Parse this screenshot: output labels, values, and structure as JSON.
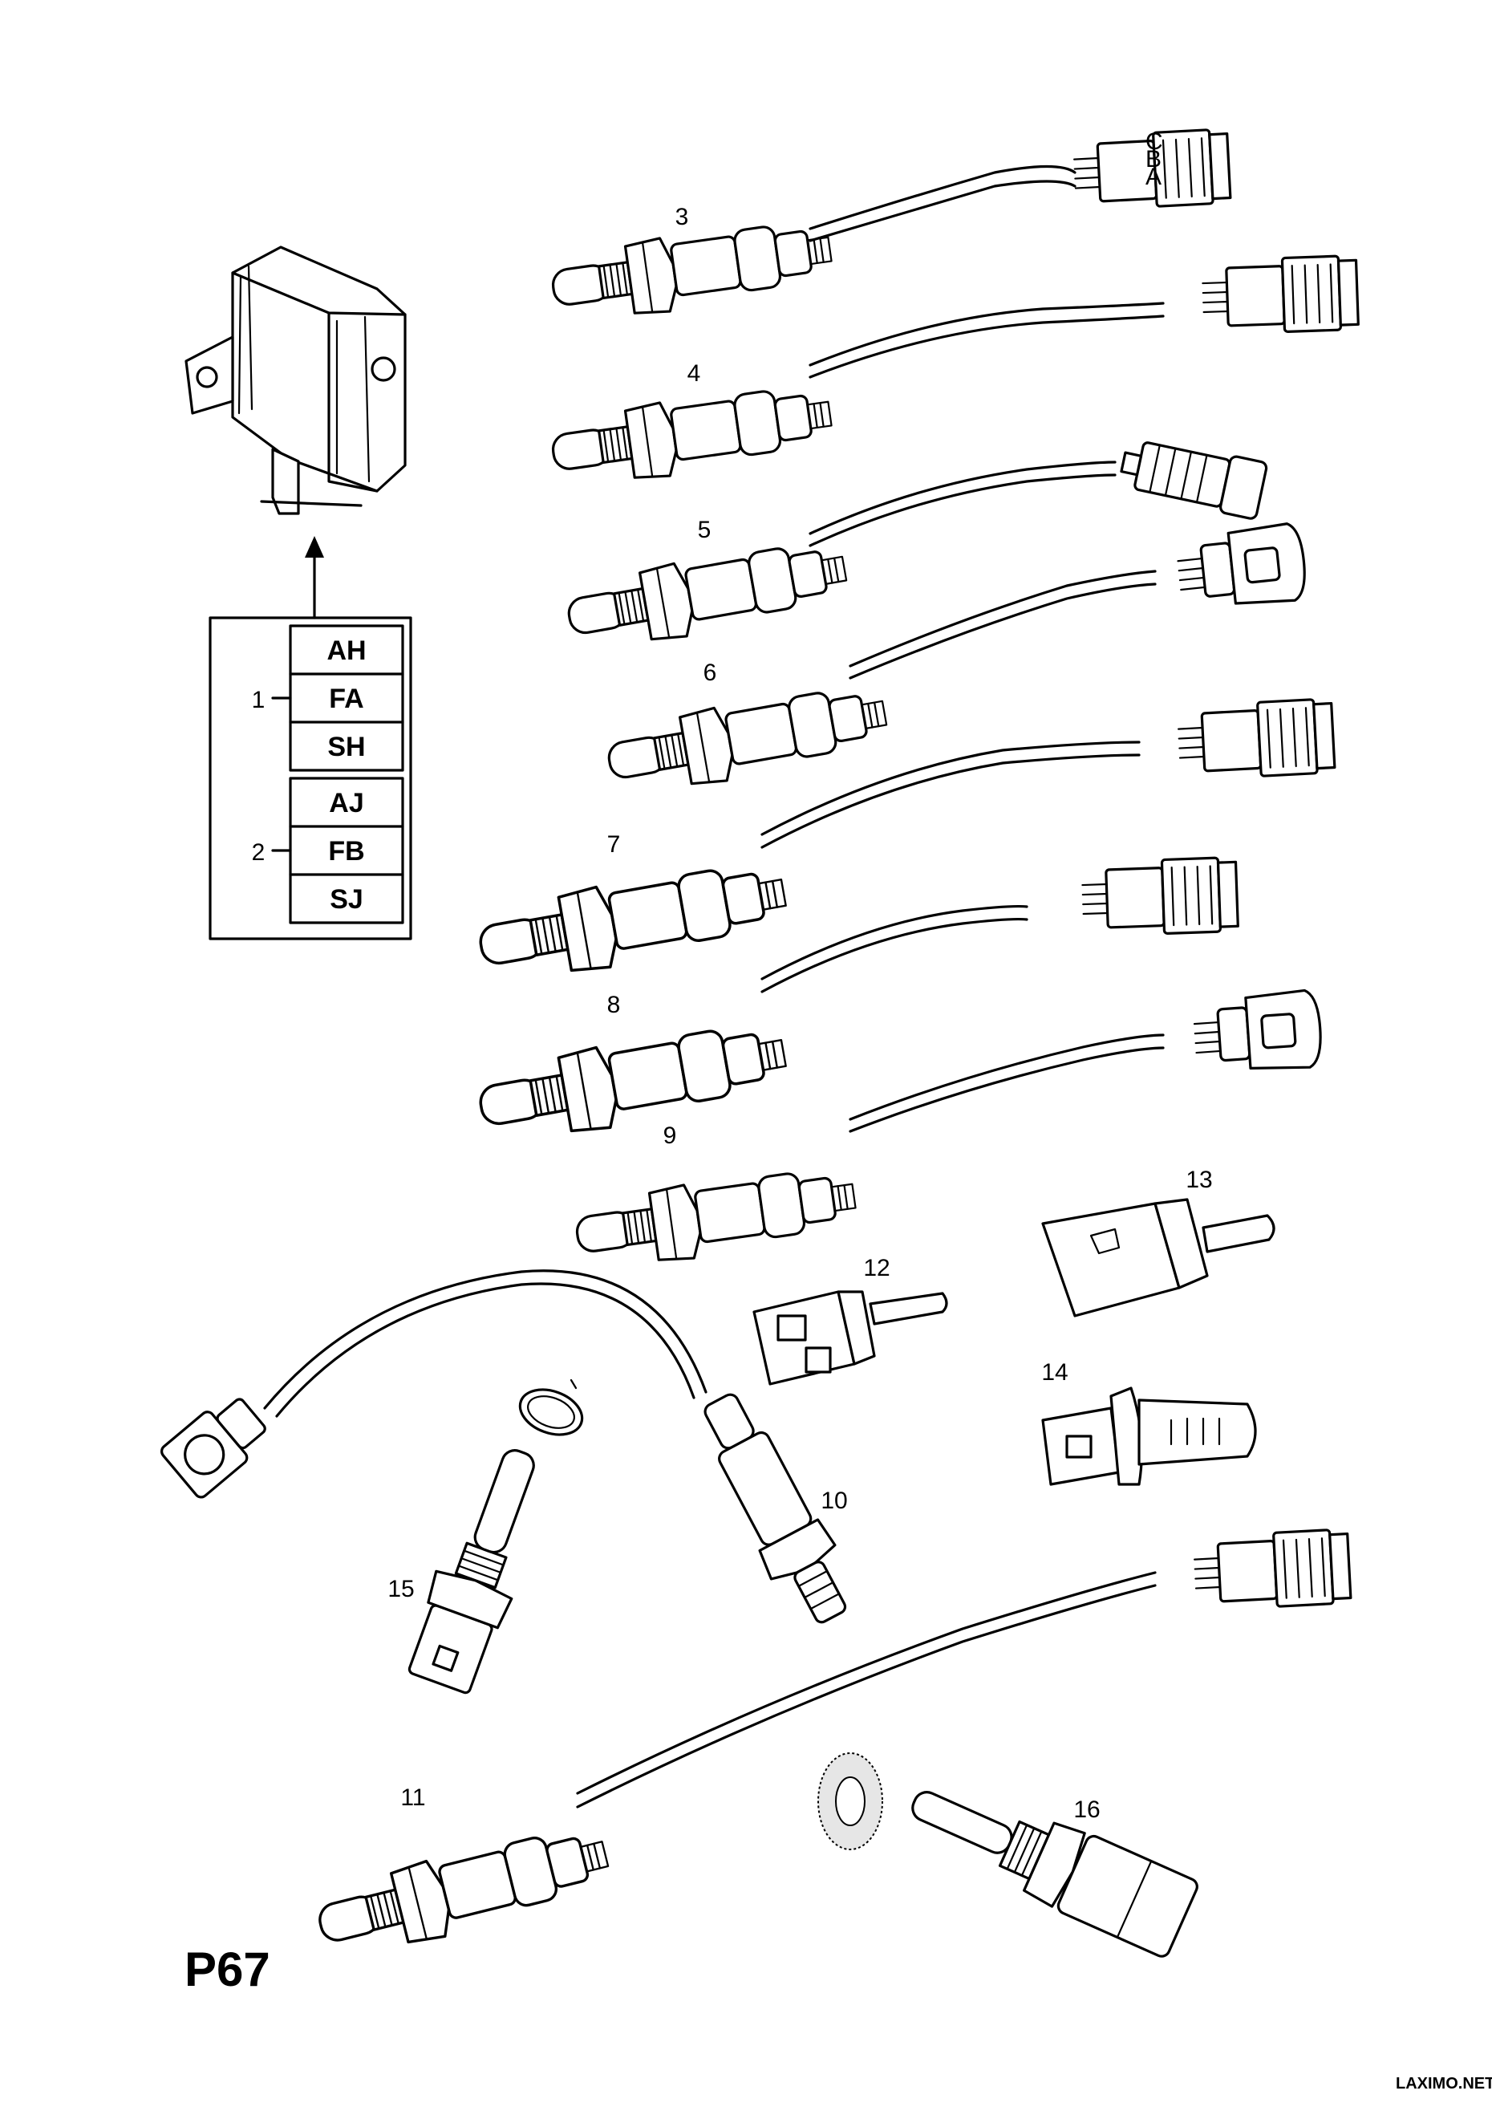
{
  "page_id": "P67",
  "watermark": "LAXIMO.NET",
  "callouts": {
    "c1": "1",
    "c2": "2",
    "c3": "3",
    "c4": "4",
    "c5": "5",
    "c6": "6",
    "c7": "7",
    "c8": "8",
    "c9": "9",
    "c10": "10",
    "c11": "11",
    "c12": "12",
    "c13": "13",
    "c14": "14",
    "c15": "15",
    "c16": "16"
  },
  "code_groups": [
    {
      "callout": "1",
      "codes": [
        "AH",
        "FA",
        "SH"
      ]
    },
    {
      "callout": "2",
      "codes": [
        "AJ",
        "FB",
        "SJ"
      ]
    }
  ],
  "connector_letters": {
    "c": "C",
    "b": "B",
    "a": "A"
  }
}
